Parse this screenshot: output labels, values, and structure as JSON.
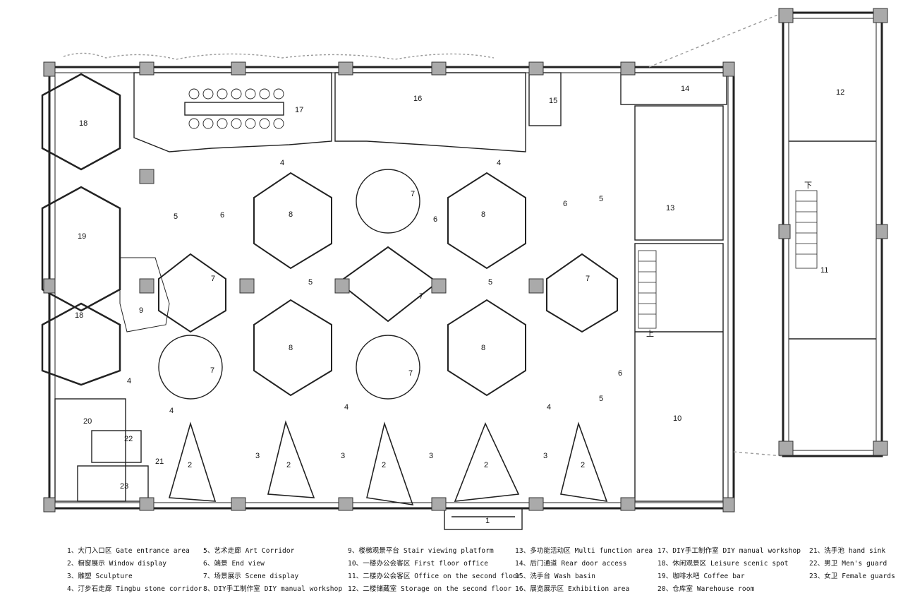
{
  "rooms": {
    "r1": "1",
    "r2": "2",
    "r3": "3",
    "r4": "4",
    "r5": "5",
    "r6": "6",
    "r7": "7",
    "r8": "8",
    "r9": "9",
    "r10": "10",
    "r11": "11",
    "r12": "12",
    "r13": "13",
    "r14": "14",
    "r15": "15",
    "r16": "16",
    "r17": "17",
    "r18": "18",
    "r19": "19",
    "r20": "20",
    "r21": "21",
    "r22": "22",
    "r23": "23"
  },
  "stair_marks": {
    "down": "下",
    "up": "上"
  },
  "legend": [
    "1、大门入口区 Gate entrance area",
    "2、橱窗展示 Window display",
    "3、雕塑 Sculpture",
    "4、汀步石走廊 Tingbu stone corridor",
    "5、艺术走廊 Art Corridor",
    "6、端景 End view",
    "7、场景展示 Scene display",
    "8、DIY手工制作室 DIY manual workshop",
    "9、楼梯观景平台 Stair viewing platform",
    "10、一楼办公会客区 First floor office",
    "11、二楼办公会客区 Office on the second floor",
    "12、二楼储藏室 Storage on the second floor",
    "13、多功能活动区 Multi function area",
    "14、后门通道 Rear door access",
    "15、洗手台 Wash basin",
    "16、展览展示区 Exhibition area",
    "17、DIY手工制作室 DIY manual workshop",
    "18、休闲观景区 Leisure scenic spot",
    "19、咖啡水吧 Coffee bar",
    "20、仓库室 Warehouse room",
    "21、洗手池 hand sink",
    "22、男卫 Men's guard",
    "23、女卫 Female guards"
  ]
}
